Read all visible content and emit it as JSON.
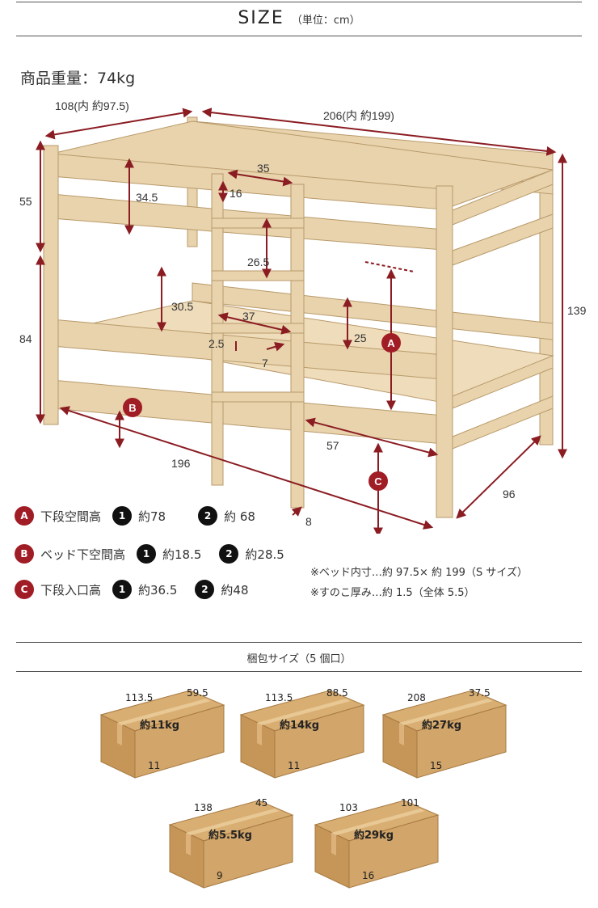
{
  "header": {
    "title": "SIZE",
    "unit": "（単位：cm）"
  },
  "weight": "商品重量：74kg",
  "diagram": {
    "width_outer": "108(内 約97.5)",
    "length_outer": "206(内 約199)",
    "guard_height": "34.5",
    "upper_ladder_gap": "35",
    "rail_thickness": "16",
    "upper_height": "55",
    "ladder_step_spacing": "26.5",
    "lower_rail_height": "30.5",
    "ladder_width": "37",
    "frame_height": "25",
    "lower_height": "84",
    "total_height": "139",
    "step_depth": "2.5",
    "step_width": "7",
    "lower_opening": "57",
    "base_length": "196",
    "base_depth": "96",
    "post_width": "8",
    "marker_a": "A",
    "marker_b": "B",
    "marker_c": "C"
  },
  "legend": [
    {
      "letter": "A",
      "label": "下段空間高",
      "v1": "約78",
      "v2": "約 68"
    },
    {
      "letter": "B",
      "label": "ベッド下空間高",
      "v1": "約18.5",
      "v2": "約28.5"
    },
    {
      "letter": "C",
      "label": "下段入口高",
      "v1": "約36.5",
      "v2": "約48"
    }
  ],
  "legend_nums": [
    "1",
    "2"
  ],
  "notes": [
    "※ベッド内寸…約 97.5× 約 199（S サイズ）",
    "※すのこ厚み…約 1.5（全体 5.5）"
  ],
  "package": {
    "title": "梱包サイズ（5 個口）",
    "boxes": [
      {
        "top_left": "113.5",
        "top_right": "59.5",
        "weight": "約11kg",
        "height": "11"
      },
      {
        "top_left": "113.5",
        "top_right": "88.5",
        "weight": "約14kg",
        "height": "11"
      },
      {
        "top_left": "208",
        "top_right": "37.5",
        "weight": "約27kg",
        "height": "15"
      },
      {
        "top_left": "138",
        "top_right": "45",
        "weight": "約5.5kg",
        "height": "9"
      },
      {
        "top_left": "103",
        "top_right": "101",
        "weight": "約29kg",
        "height": "16"
      }
    ]
  },
  "colors": {
    "accent": "#a11d26",
    "wood": "#e6cfa7",
    "carton": "#d2a56a"
  }
}
